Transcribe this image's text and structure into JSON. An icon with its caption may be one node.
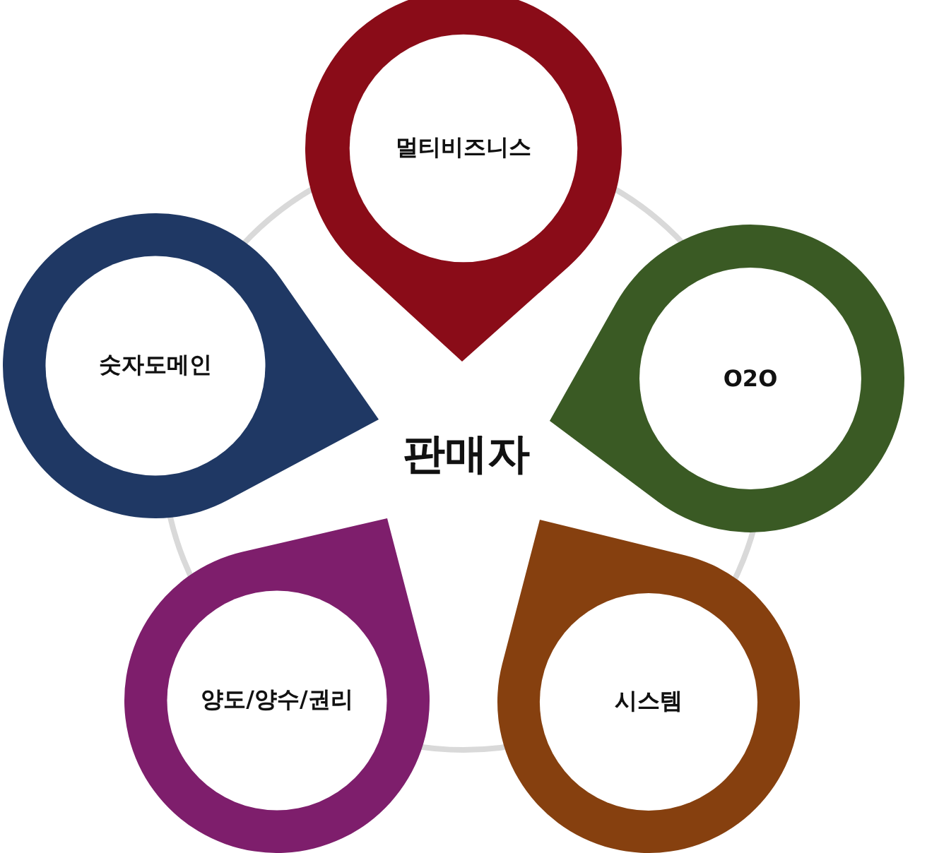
{
  "diagram": {
    "nodes": [
      {
        "text": [
          "판매자"
        ]
      },
      {
        "text": [
          "멀티비즈니스"
        ]
      },
      {
        "text": [
          "O2O"
        ]
      },
      {
        "text": [
          "시스템"
        ]
      },
      {
        "text": [
          "양도/양수/권리"
        ]
      },
      {
        "text": [
          "숫자도메인"
        ]
      }
    ]
  }
}
